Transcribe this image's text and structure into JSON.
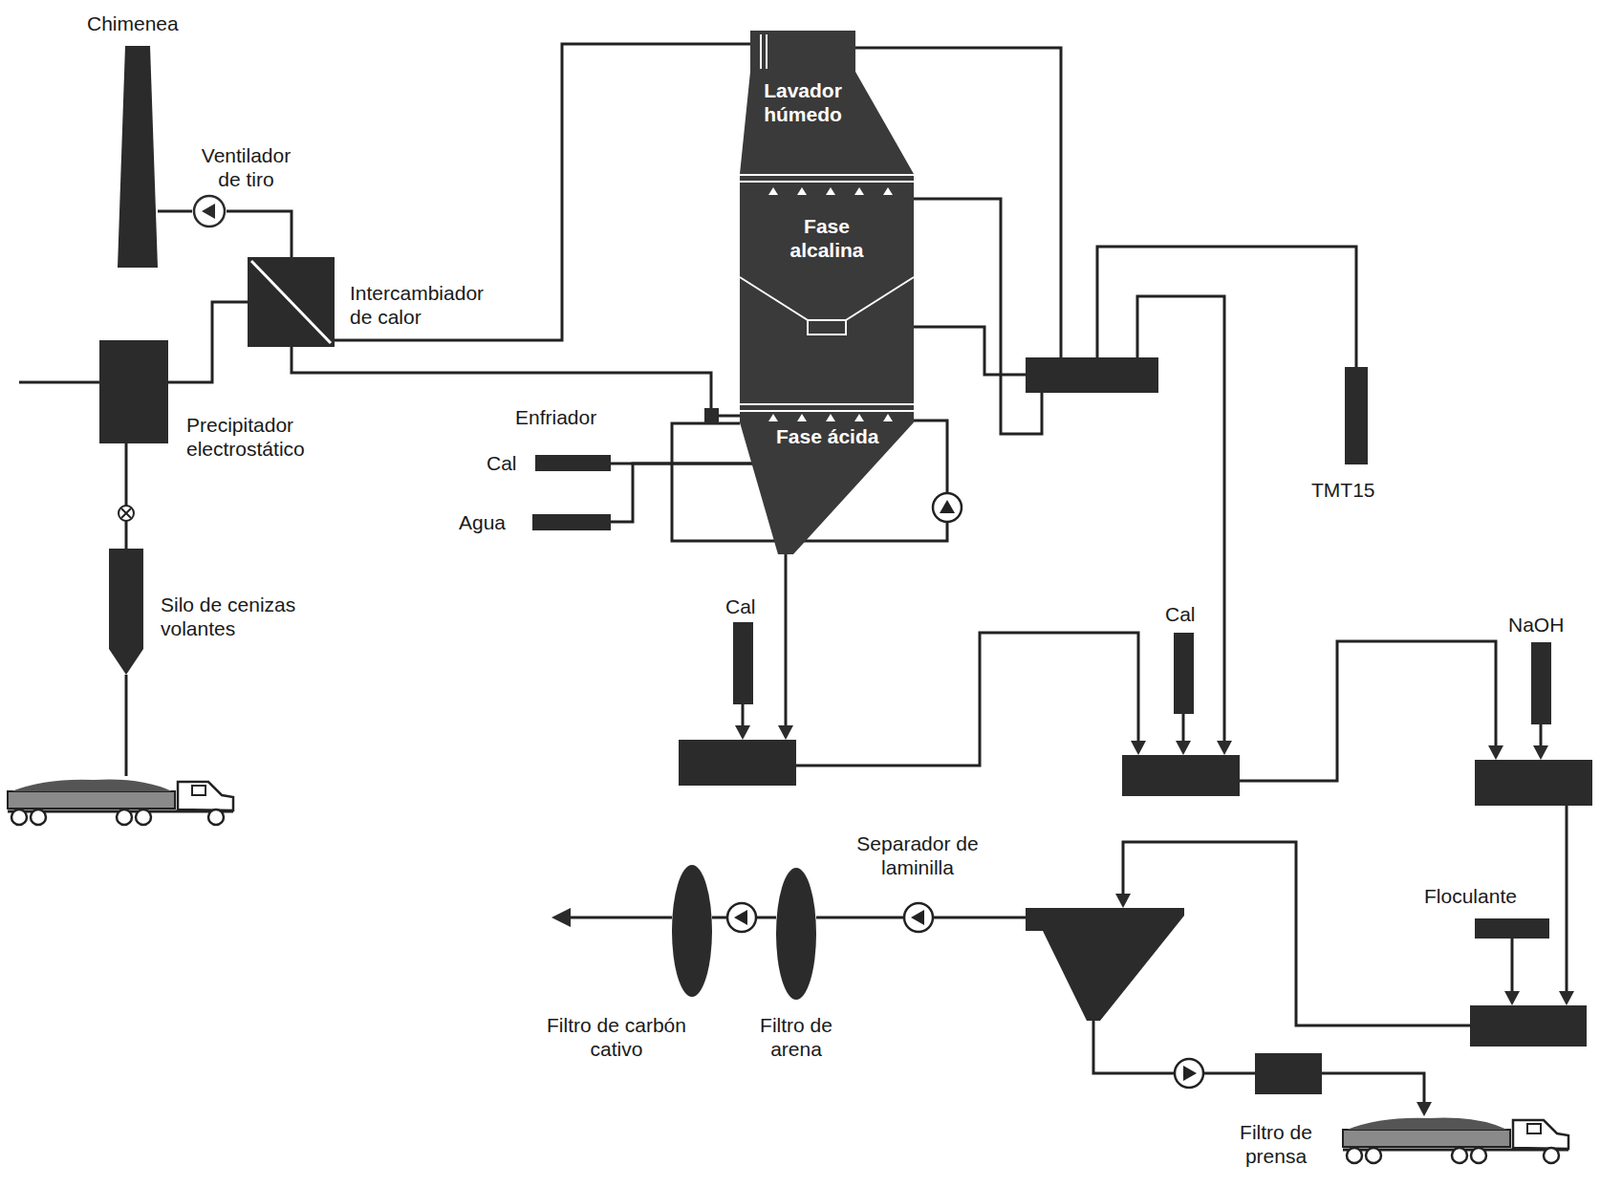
{
  "diagram": {
    "nodes": [
      {
        "text": [
          "Chimenea"
        ]
      },
      {
        "text": [
          "Ventilador de tiro"
        ]
      },
      {
        "text": [
          "Intercambiador de calor"
        ]
      },
      {
        "text": [
          "Precipitador electrostático"
        ]
      },
      {
        "text": [
          "Lavador húmedo"
        ]
      },
      {
        "text": [
          "Fase alcalina"
        ],
        "in": 4
      },
      {
        "text": [
          "Fase ácida"
        ],
        "in": 4
      },
      {
        "text": [
          "Enfriador"
        ]
      },
      {
        "text": [
          "Cal"
        ]
      },
      {
        "text": [
          "Agua"
        ]
      },
      {
        "text": [
          "Silo de cenizas volantes"
        ]
      },
      {
        "text": [
          "TMT15"
        ]
      },
      {
        "text": [
          "Cal"
        ]
      },
      {
        "text": [
          "Cal"
        ]
      },
      {
        "text": [
          "NaOH"
        ]
      },
      {
        "text": [
          "Floculante"
        ]
      },
      {
        "text": [
          "Separador de laminilla"
        ]
      },
      {
        "text": [
          "Filtro de arena"
        ]
      },
      {
        "text": [
          "Filtro de carbón cativo"
        ]
      },
      {
        "text": [
          "Filtro de prensa"
        ]
      }
    ],
    "edges": [
      {
        "from": 3,
        "to": 2,
        "arrow": "none"
      },
      {
        "from": 2,
        "to": 1,
        "arrow": "none"
      },
      {
        "from": 1,
        "to": 0,
        "arrow": "none"
      },
      {
        "from": 3,
        "to": 10,
        "arrow": "none"
      },
      {
        "from": 2,
        "to": 7,
        "arrow": "none"
      },
      {
        "from": 4,
        "to": 2,
        "arrow": "none"
      },
      {
        "from": 8,
        "to": 6,
        "arrow": "none"
      },
      {
        "from": 9,
        "to": 6,
        "arrow": "none"
      },
      {
        "from": 16,
        "to": 17,
        "arrow": "none"
      },
      {
        "from": 17,
        "to": 18,
        "arrow": "none"
      },
      {
        "from": 16,
        "to": 19,
        "arrow": "none"
      }
    ]
  }
}
